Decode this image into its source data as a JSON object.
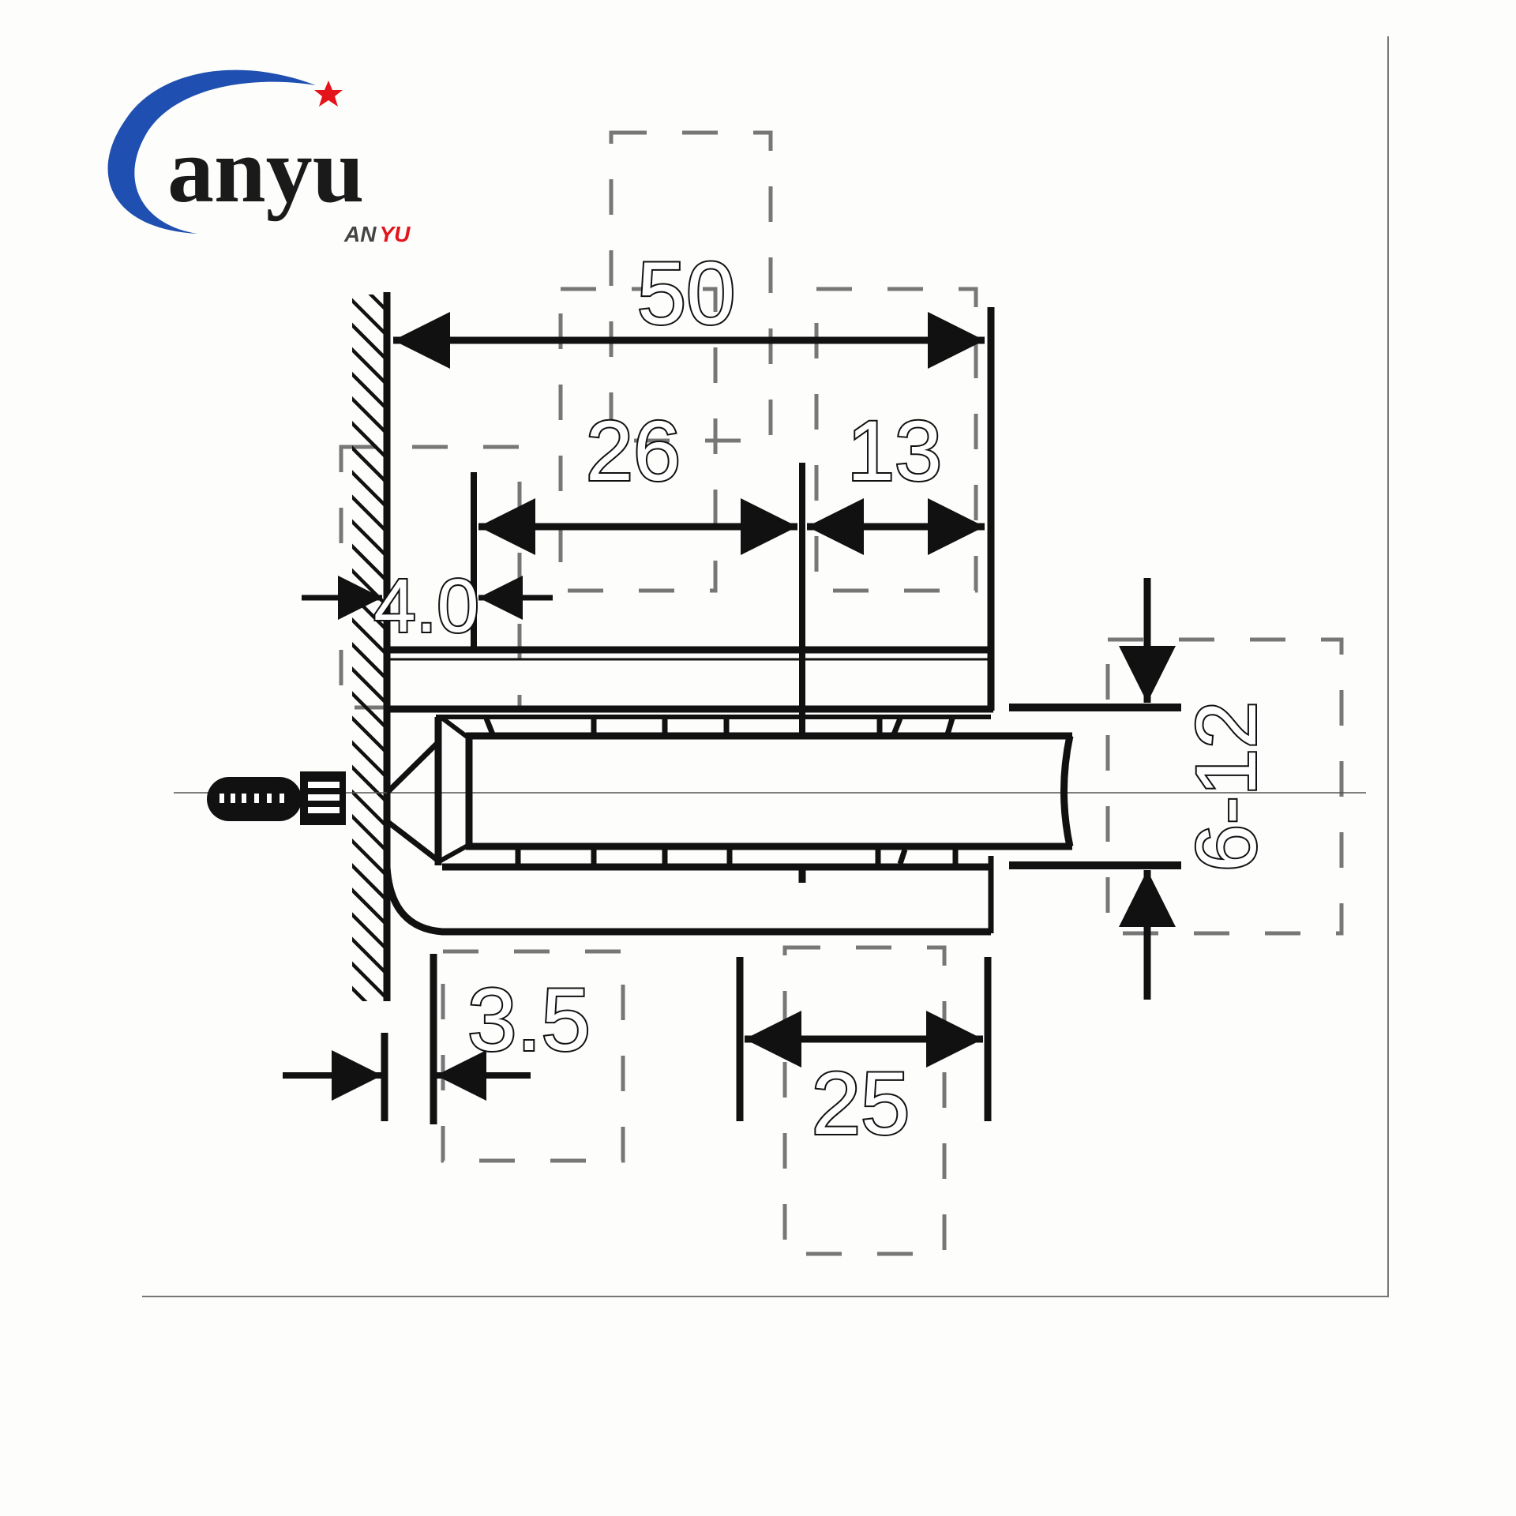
{
  "logo": {
    "word": "anyu",
    "sub_gray": "AN",
    "sub_red": "YU",
    "colors": {
      "arc": "#1f4fb0",
      "star": "#e3141c",
      "word": "#1a1a1a",
      "sub_gray": "#444444",
      "sub_red": "#e3141c"
    }
  },
  "drawing": {
    "type": "anchor bolt / sleeve anchor dimension drawing",
    "line_color": "#111111",
    "dash_color": "#777777",
    "background": "#fdfdfb"
  },
  "dimensions": {
    "overall_length": "50",
    "sleeve_length": "26",
    "tip_length": "13",
    "wall_gap": "4.0",
    "flange_thickness": "3.5",
    "tip_width": "25",
    "diameter_range": "6-12"
  }
}
